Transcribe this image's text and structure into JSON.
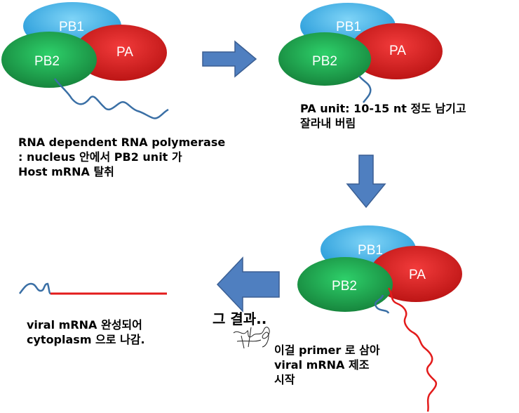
{
  "colors": {
    "pb1": "#1fa3df",
    "pb2": "#1a9a48",
    "pa": "#e21818",
    "host_rna": "#3a6fa5",
    "viral_rna": "#e31b1b",
    "arrow_fill": "#4f7fc0",
    "arrow_stroke": "#3b5f93"
  },
  "complex": {
    "pb1_label": "PB1",
    "pb2_label": "PB2",
    "pa_label": "PA"
  },
  "captions": {
    "step1": [
      "RNA dependent RNA polymerase",
      ": nucleus 안에서 PB2 unit 가",
      "Host mRNA 탈취"
    ],
    "step2": [
      "PA unit: 10-15 nt 정도 남기고",
      "잘라내 버림"
    ],
    "step3": [
      "이걸 primer 로 삼아",
      "viral mRNA 제조",
      "시작"
    ],
    "step4": [
      "viral mRNA 완성되어",
      "cytoplasm 으로 나감."
    ],
    "result_label": "그 결과.."
  }
}
